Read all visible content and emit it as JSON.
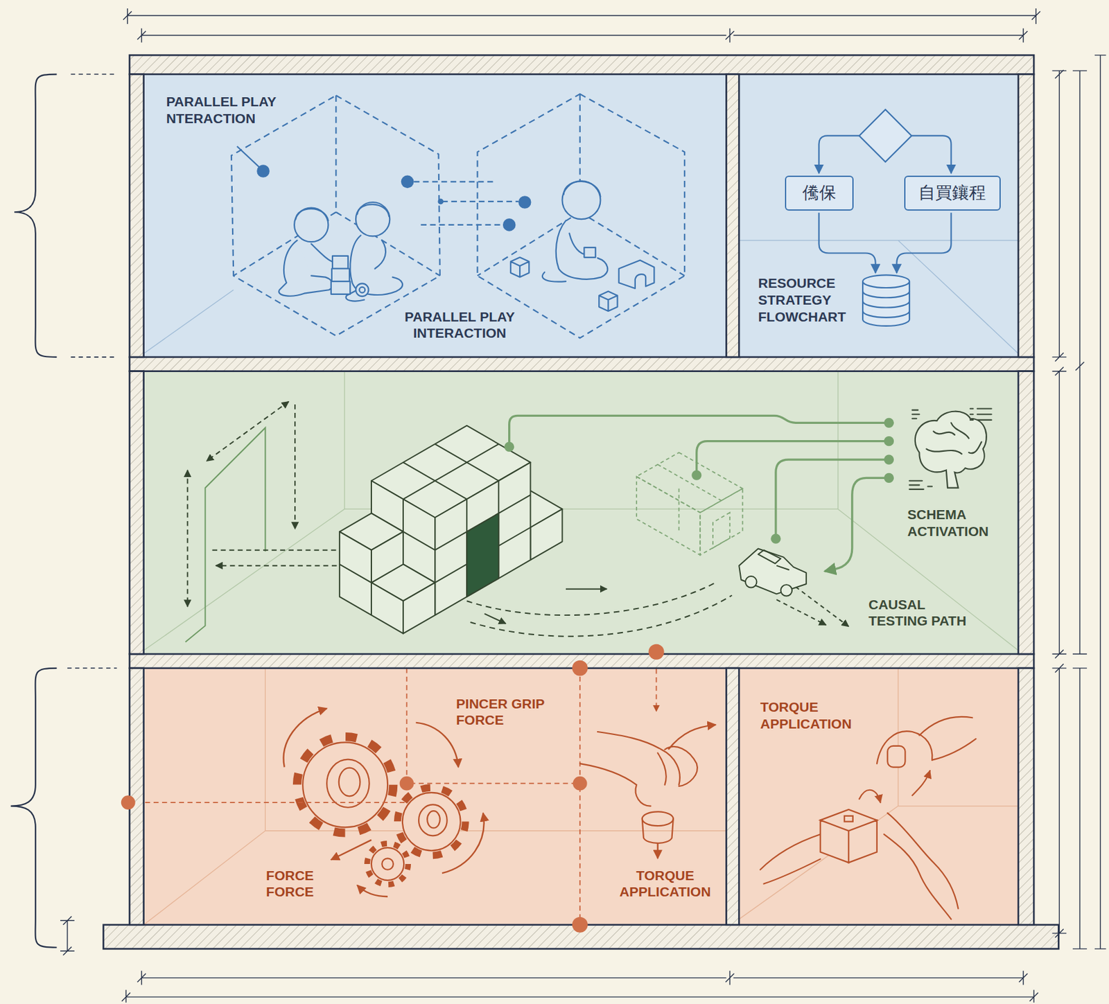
{
  "diagram": {
    "nodes": [
      {
        "text": [
          "PARALLEL PLAY NTERACTION",
          "PARALLEL PLAY INTERACTION"
        ]
      },
      {
        "text": [
          "RESOURCE STRATEGY FLOWCHART"
        ]
      },
      {
        "text": [
          "儯保"
        ],
        "in": 1
      },
      {
        "text": [
          "自買鑲程"
        ],
        "in": 1
      },
      {
        "text": [
          "SCHEMA ACTIVATION",
          "CAUSAL TESTING PATH"
        ]
      },
      {
        "text": [
          "PINCER GRIP FORCE",
          "FORCE FORCE",
          "TORQUE APPLICATION"
        ]
      },
      {
        "text": [
          "TORQUE APPLICATION"
        ]
      }
    ]
  }
}
